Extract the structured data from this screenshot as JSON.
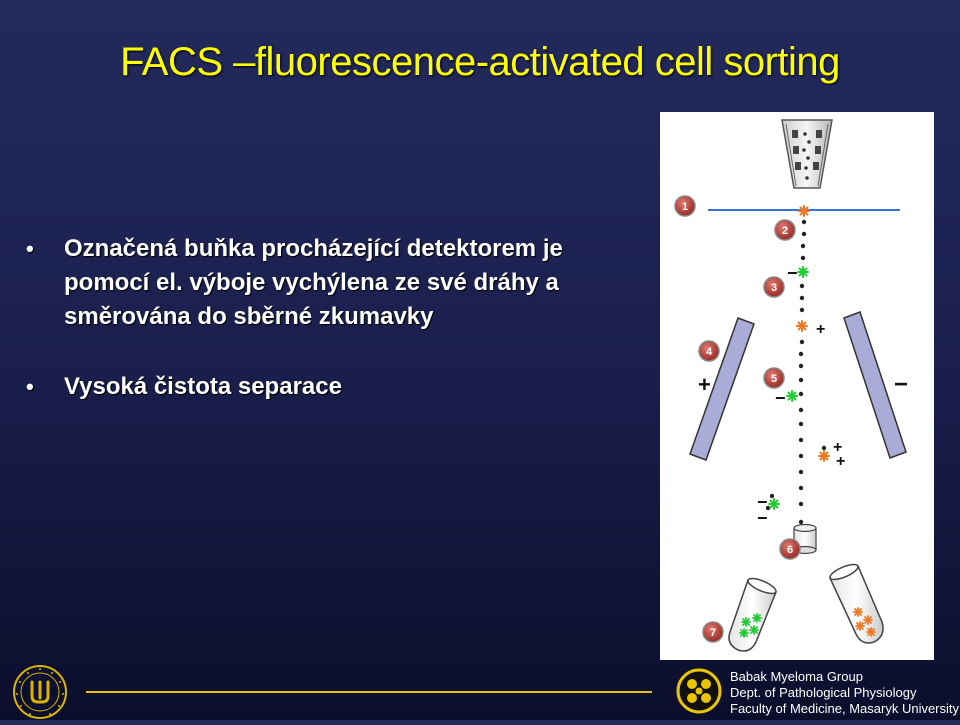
{
  "slide": {
    "title": "FACS –fluorescence-activated cell sorting",
    "bullets": [
      {
        "bullet": "•",
        "text": "Označená buňka procházející detektorem je pomocí el. výboje vychýlena ze své dráhy a směrována do sběrné zkumavky"
      },
      {
        "bullet": "•",
        "text": "Vysoká čistota separace"
      }
    ]
  },
  "figure": {
    "steps": [
      "1",
      "2",
      "3",
      "4",
      "5",
      "6",
      "7"
    ],
    "charges": {
      "plus": "+",
      "minus": "−"
    },
    "colors": {
      "laser": "#3a6fd8",
      "positive_cell": "#f07820",
      "negative_cell": "#22cc33",
      "plate": "#a9acd6"
    }
  },
  "footer": {
    "line1": "Babak Myeloma Group",
    "line2": "Dept. of Pathological Physiology",
    "line3": "Faculty of Medicine, Masaryk University"
  },
  "colors": {
    "title": "#ffff00",
    "accent_line": "#e8c500"
  }
}
